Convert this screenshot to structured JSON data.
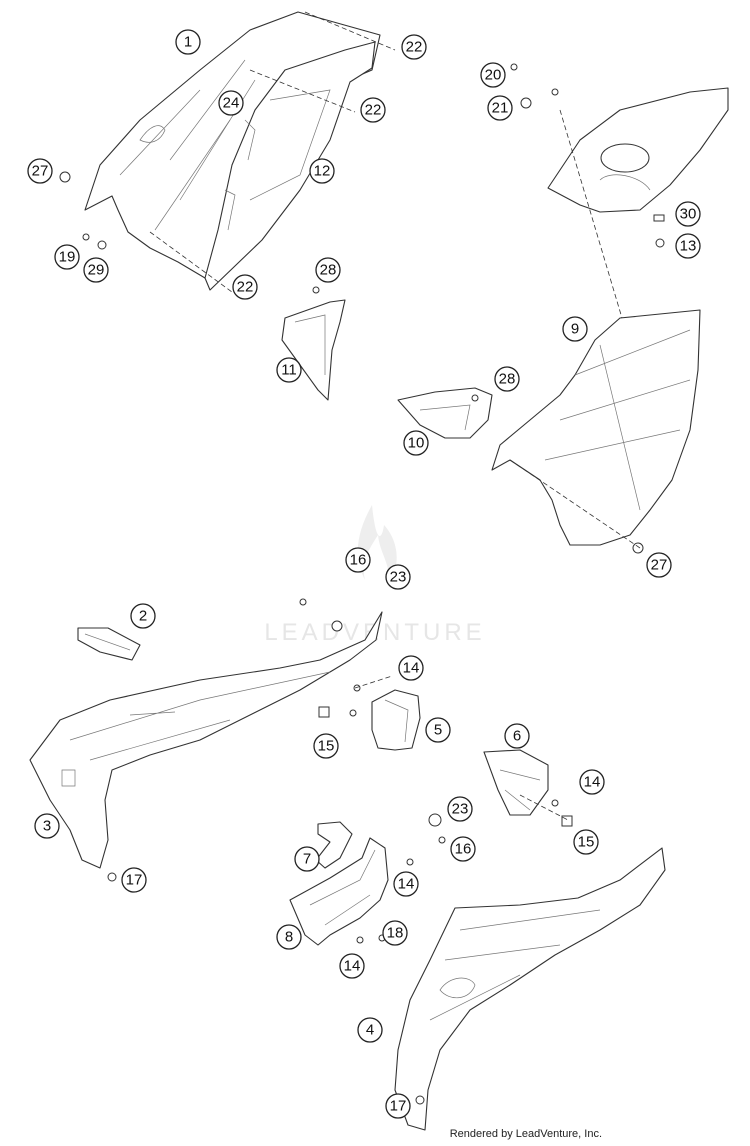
{
  "watermark": "LEADVENTURE",
  "credit": "Rendered by LeadVenture, Inc.",
  "callouts": [
    "1",
    "22",
    "22",
    "24",
    "27",
    "12",
    "19",
    "29",
    "22",
    "28",
    "11",
    "20",
    "21",
    "30",
    "13",
    "9",
    "28",
    "10",
    "27",
    "16",
    "23",
    "2",
    "14",
    "5",
    "15",
    "3",
    "17",
    "6",
    "14",
    "23",
    "16",
    "15",
    "7",
    "14",
    "8",
    "18",
    "14",
    "4",
    "17"
  ]
}
